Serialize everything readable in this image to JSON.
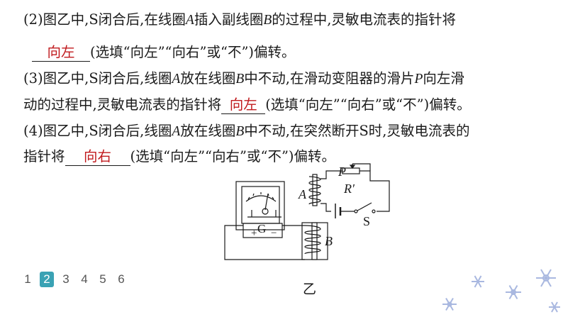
{
  "q2": {
    "line1_a": "(2)图乙中,S闭合后,在线圈",
    "coil_a": "A",
    "line1_b": "插入副线圈",
    "coil_b": "B",
    "line1_c": "的过程中,灵敏电流表的指针将",
    "answer": "向左",
    "line2_rest": "(选填“向左”“向右”或“不”)偏转。"
  },
  "q3": {
    "line1_a": "(3)图乙中,S闭合后,线圈",
    "coil_a": "A",
    "line1_b": "放在线圈",
    "coil_b": "B",
    "line1_c": "中不动,在滑动变阻器的滑片",
    "slider": "P",
    "line1_d": "向左滑",
    "line2_a": "动的过程中,灵敏电流表的指针将",
    "answer": "向左",
    "line2_rest": "(选填“向左”“向右”或“不”)偏转。"
  },
  "q4": {
    "line1_a": "(4)图乙中,S闭合后,线圈",
    "coil_a": "A",
    "line1_b": "放在线圈",
    "coil_b": "B",
    "line1_c": "中不动,在突然断开S时,灵敏电流表的",
    "line2_a": "指针将",
    "answer": "向右",
    "line2_rest": "(选填“向左”“向右”或“不”)偏转。"
  },
  "figure": {
    "label_p": "P",
    "label_r": "R′",
    "label_a": "A",
    "label_b": "B",
    "label_s": "S",
    "label_g": "G",
    "plus": "+",
    "minus": "−",
    "caption": "乙"
  },
  "pager": {
    "pages": [
      "1",
      "2",
      "3",
      "4",
      "5",
      "6"
    ],
    "current": "2"
  },
  "colors": {
    "answer": "#c0191c",
    "pager_active": "#3aa2b4",
    "snowflake": "#a9b8e0"
  }
}
